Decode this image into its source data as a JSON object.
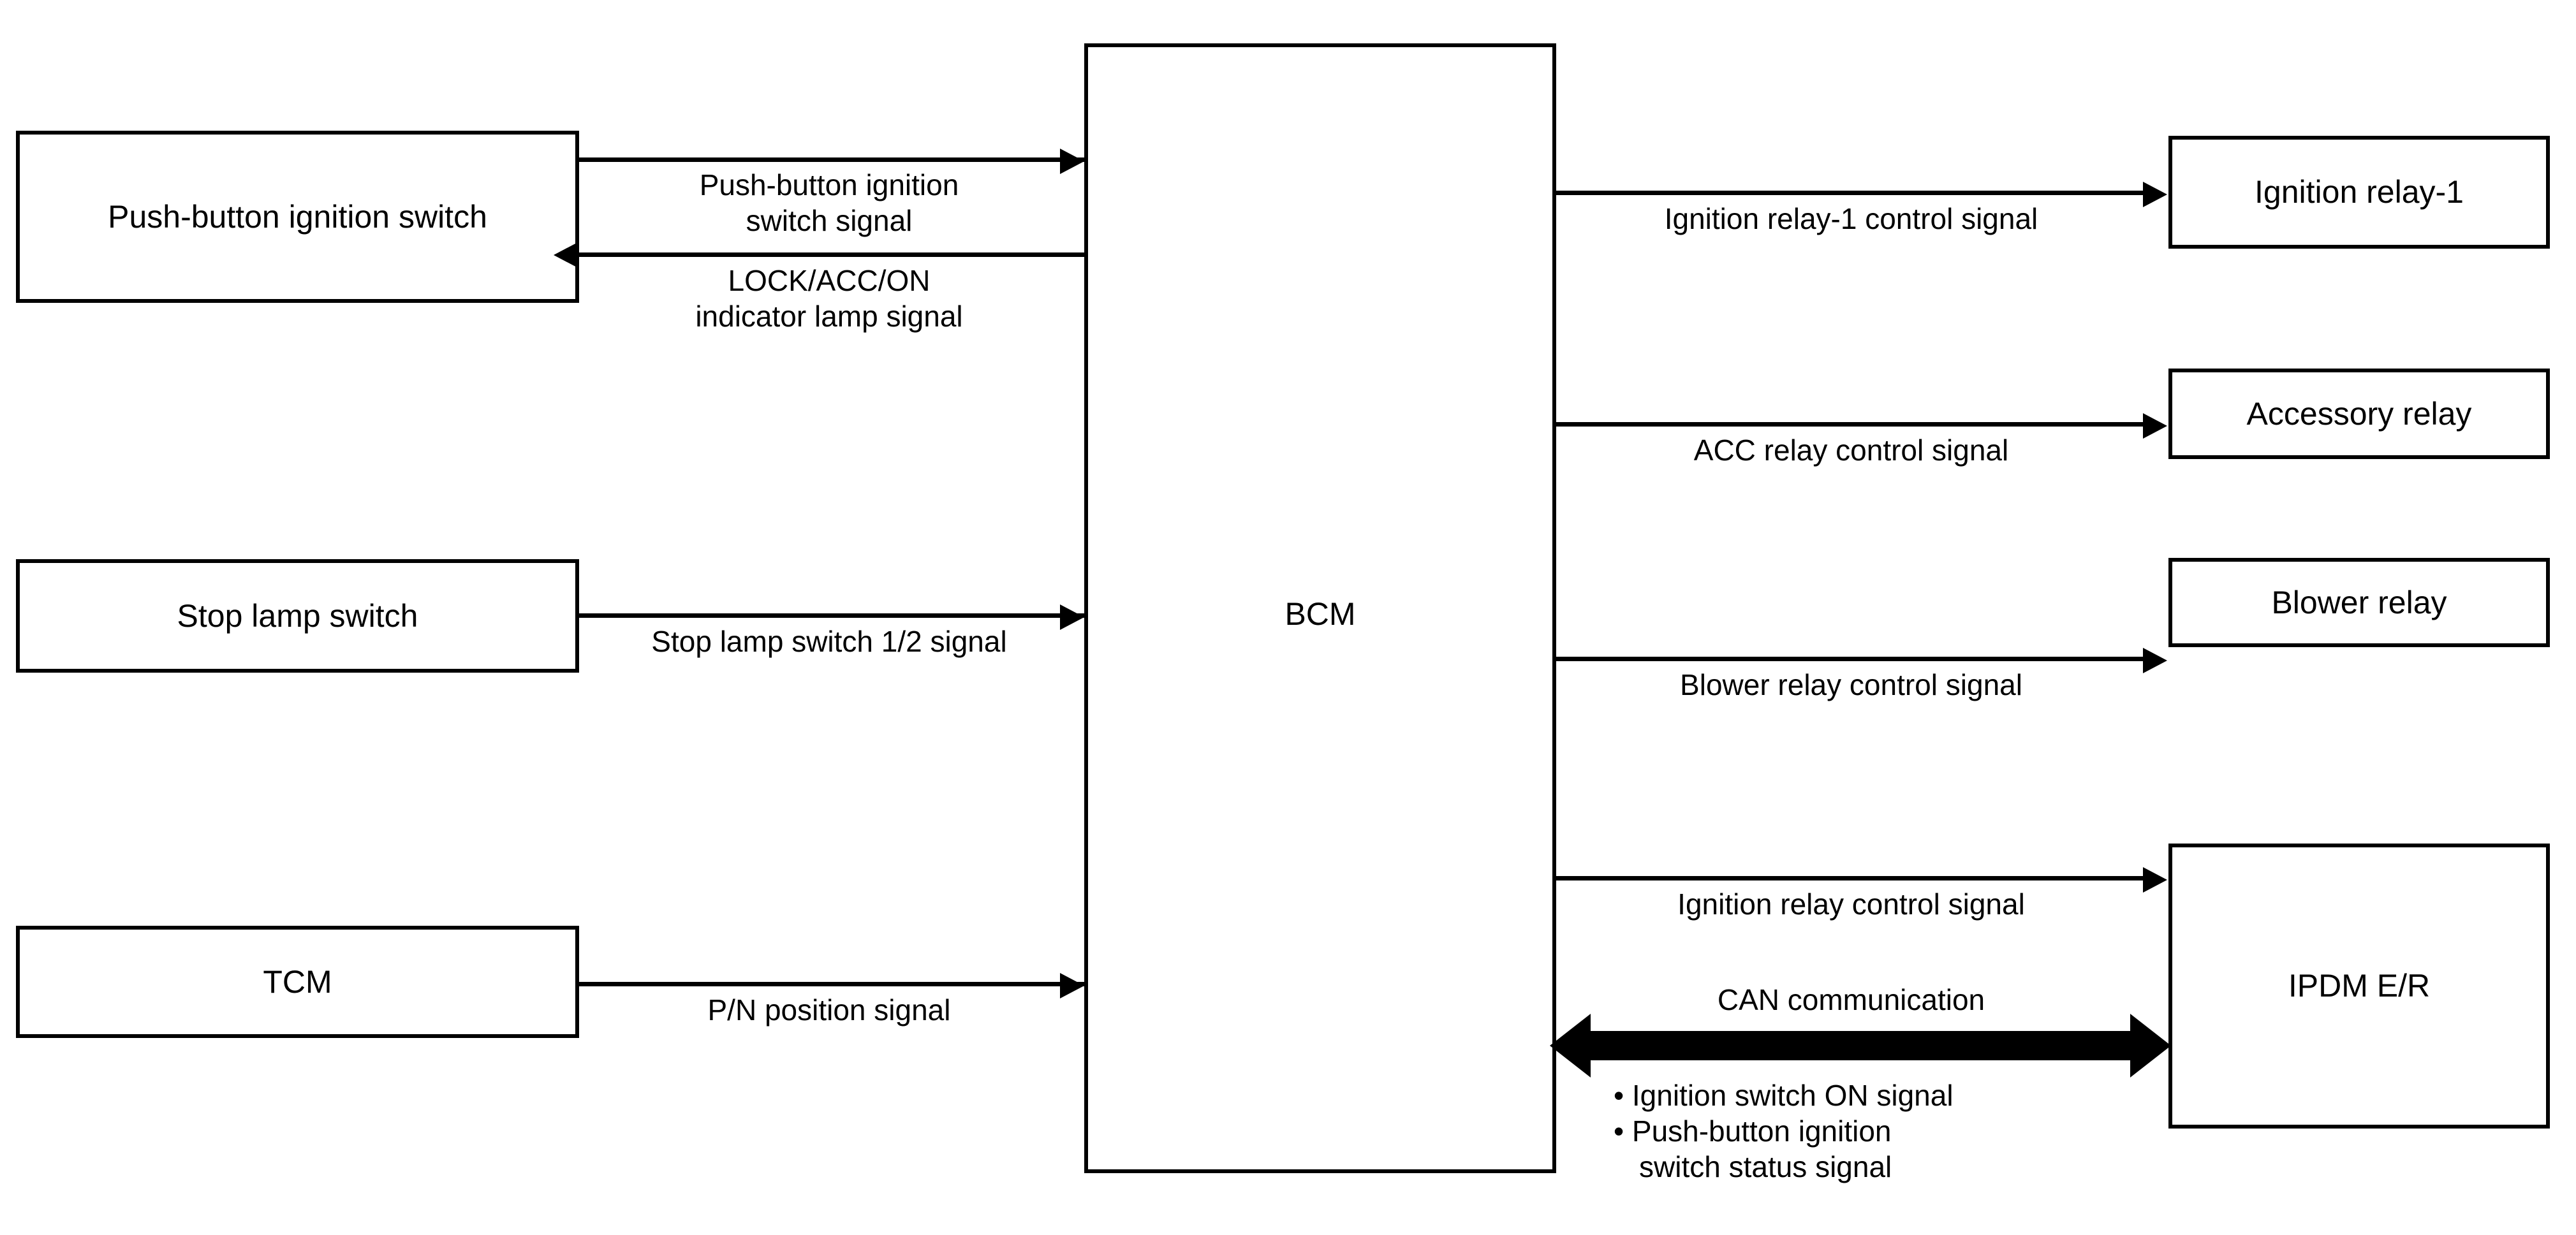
{
  "diagram": {
    "title": "BCM ignition system block diagram",
    "type": "block-diagram",
    "line_color": "#000000",
    "background_color": "#ffffff"
  },
  "nodes": {
    "bcm": "BCM",
    "push_button_ignition_switch": "Push-button ignition switch",
    "stop_lamp_switch": "Stop lamp switch",
    "tcm": "TCM",
    "ignition_relay_1": "Ignition relay-1",
    "accessory_relay": "Accessory relay",
    "blower_relay": "Blower relay",
    "ipdm_er": "IPDM E/R"
  },
  "edges": {
    "pbis_to_bcm_line1": "Push-button ignition",
    "pbis_to_bcm_line2": "switch signal",
    "bcm_to_pbis_line1": "LOCK/ACC/ON",
    "bcm_to_pbis_line2": "indicator lamp signal",
    "slsw_to_bcm": "Stop lamp switch 1/2 signal",
    "tcm_to_bcm": "P/N position signal",
    "bcm_to_ign1": "Ignition relay-1 control signal",
    "bcm_to_acc": "ACC relay control signal",
    "bcm_to_blower": "Blower relay control signal",
    "bcm_to_ipdm": "Ignition relay control signal",
    "can_title": "CAN communication",
    "can_item_1": "• Ignition switch ON signal",
    "can_item_2": "• Push-button ignition",
    "can_item_2b": "switch status signal"
  }
}
